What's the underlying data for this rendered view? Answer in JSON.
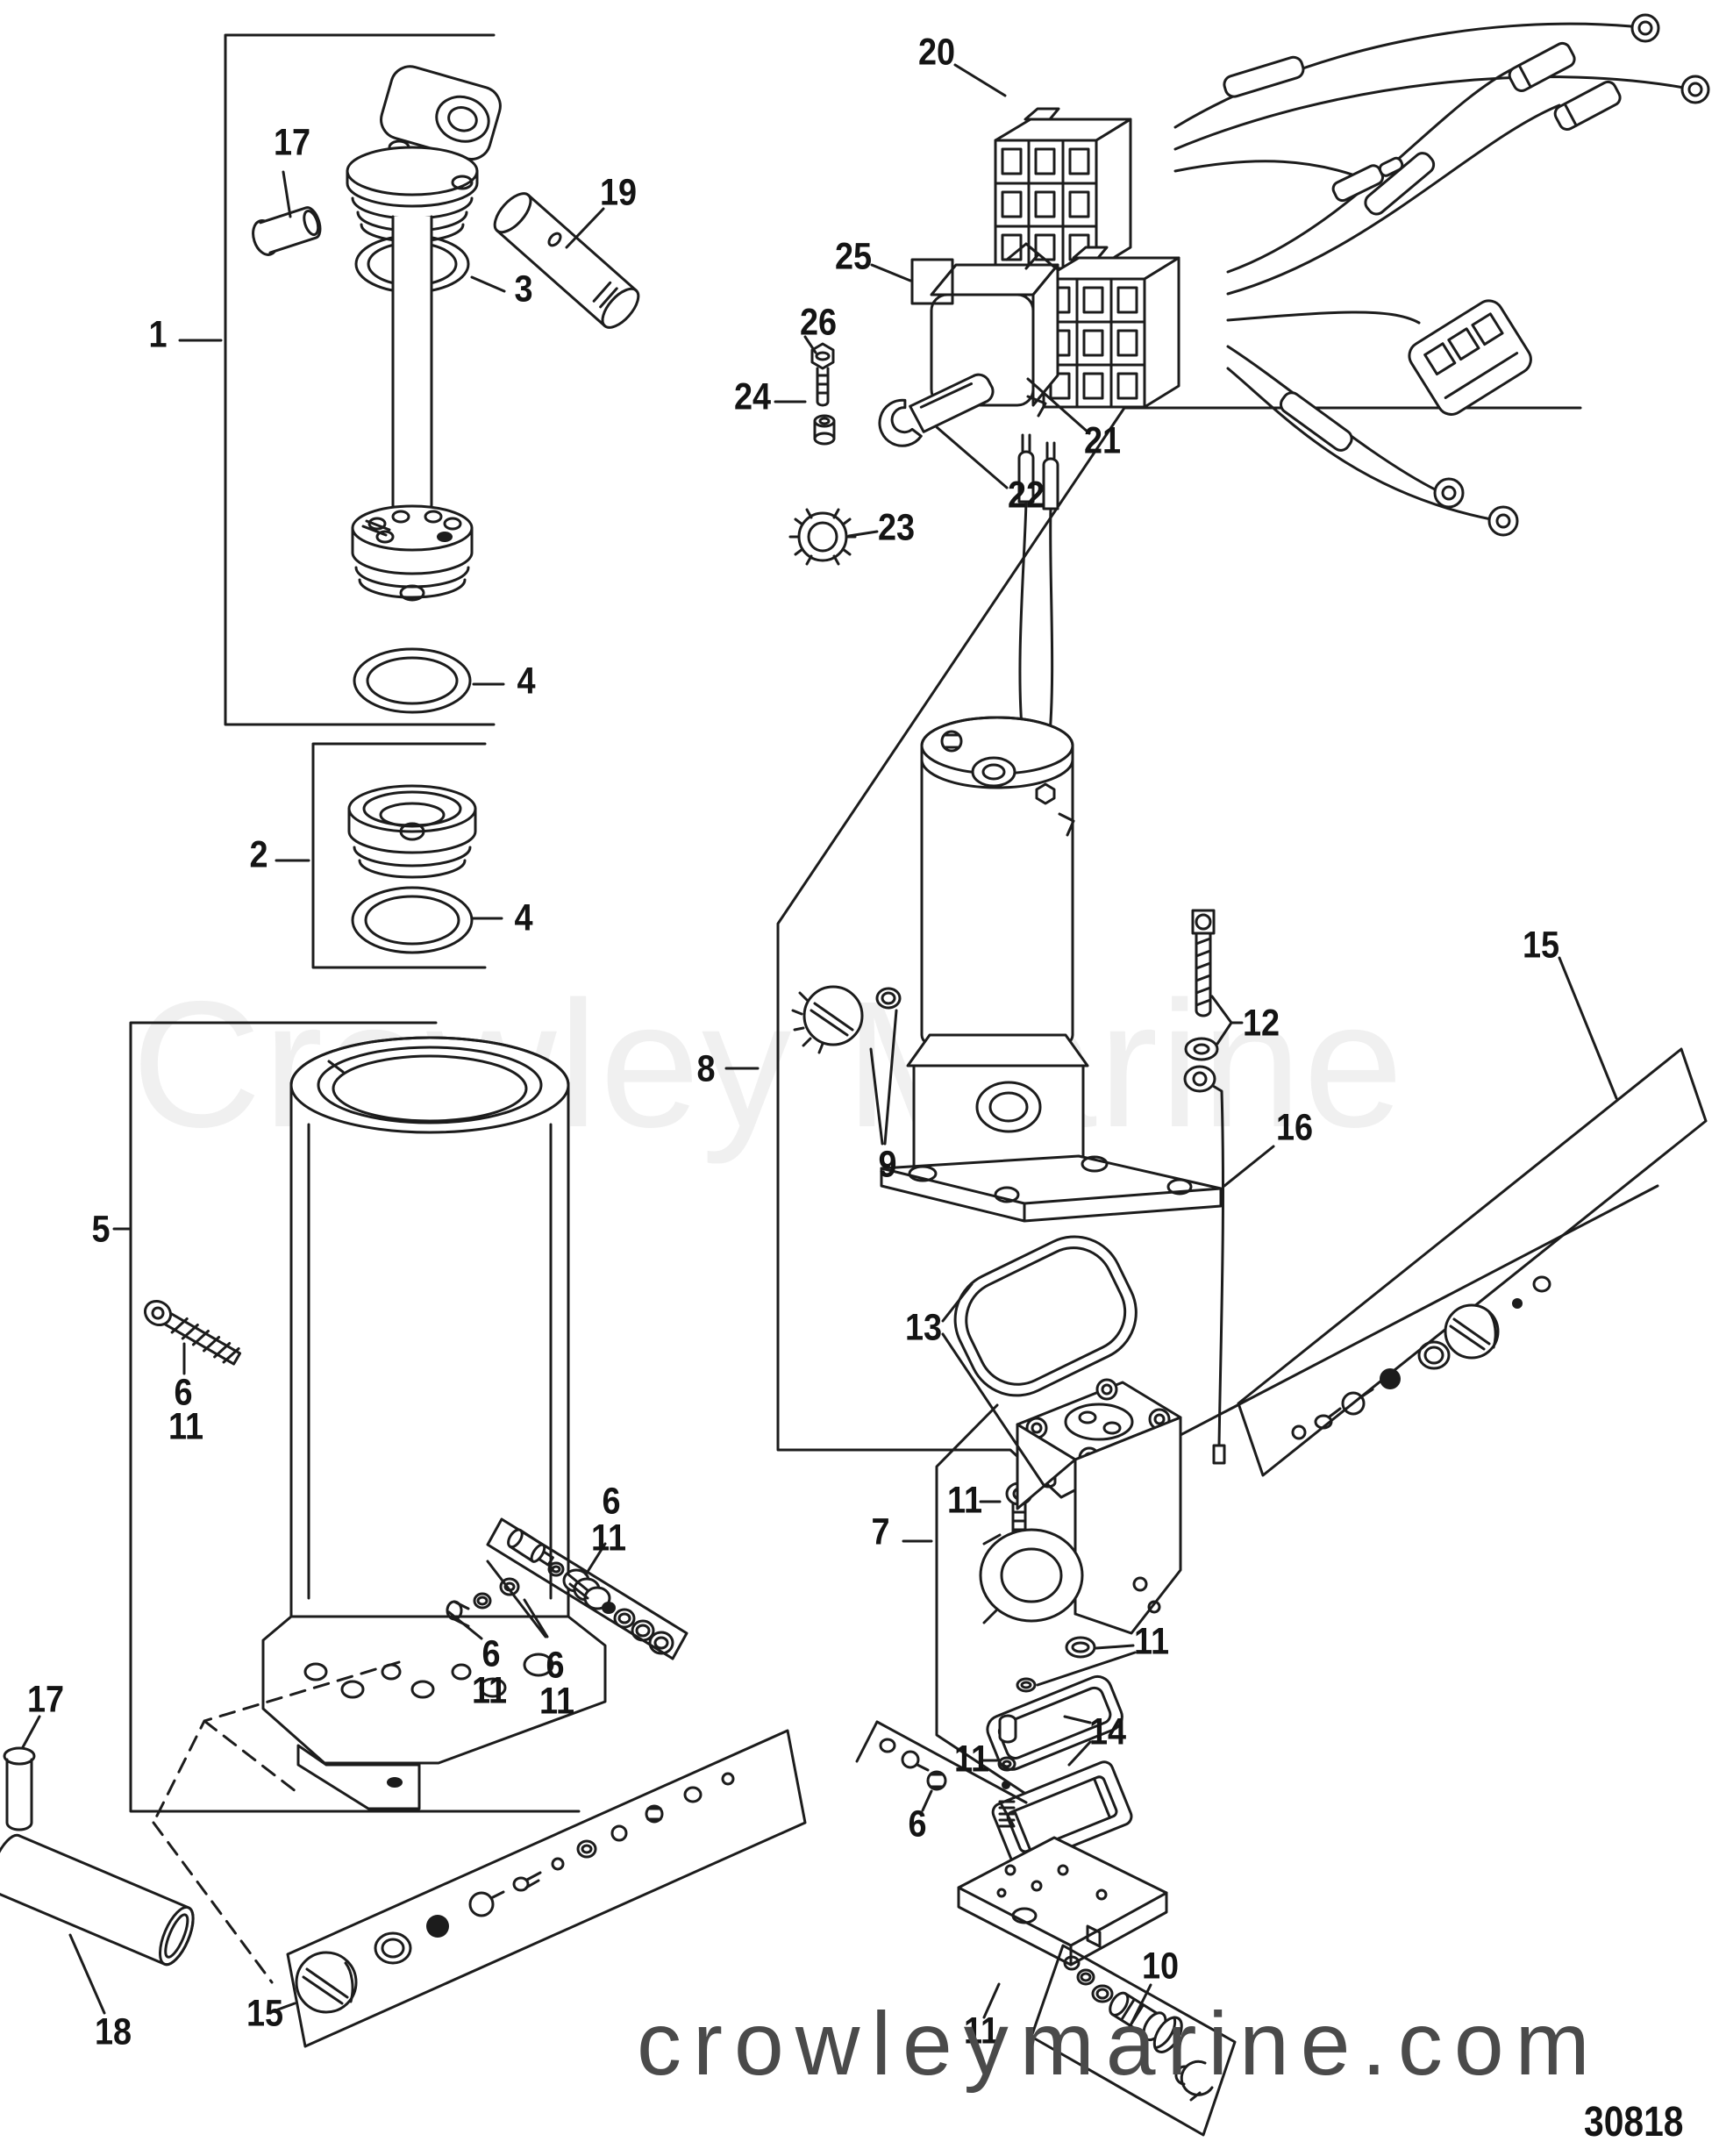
{
  "page": {
    "watermark": "Crowley Marine",
    "website": "crowleymarine.com",
    "doc_number": "30818"
  },
  "callouts": {
    "n1": "1",
    "n2": "2",
    "n3": "3",
    "n4": "4",
    "n5": "5",
    "n6": "6",
    "n7": "7",
    "n8": "8",
    "n9": "9",
    "n10": "10",
    "n11": "11",
    "n12": "12",
    "n13": "13",
    "n14": "14",
    "n15": "15",
    "n16": "16",
    "n17": "17",
    "n18": "18",
    "n19": "19",
    "n20": "20",
    "n21": "21",
    "n22": "22",
    "n23": "23",
    "n24": "24",
    "n25": "25",
    "n26": "26"
  }
}
